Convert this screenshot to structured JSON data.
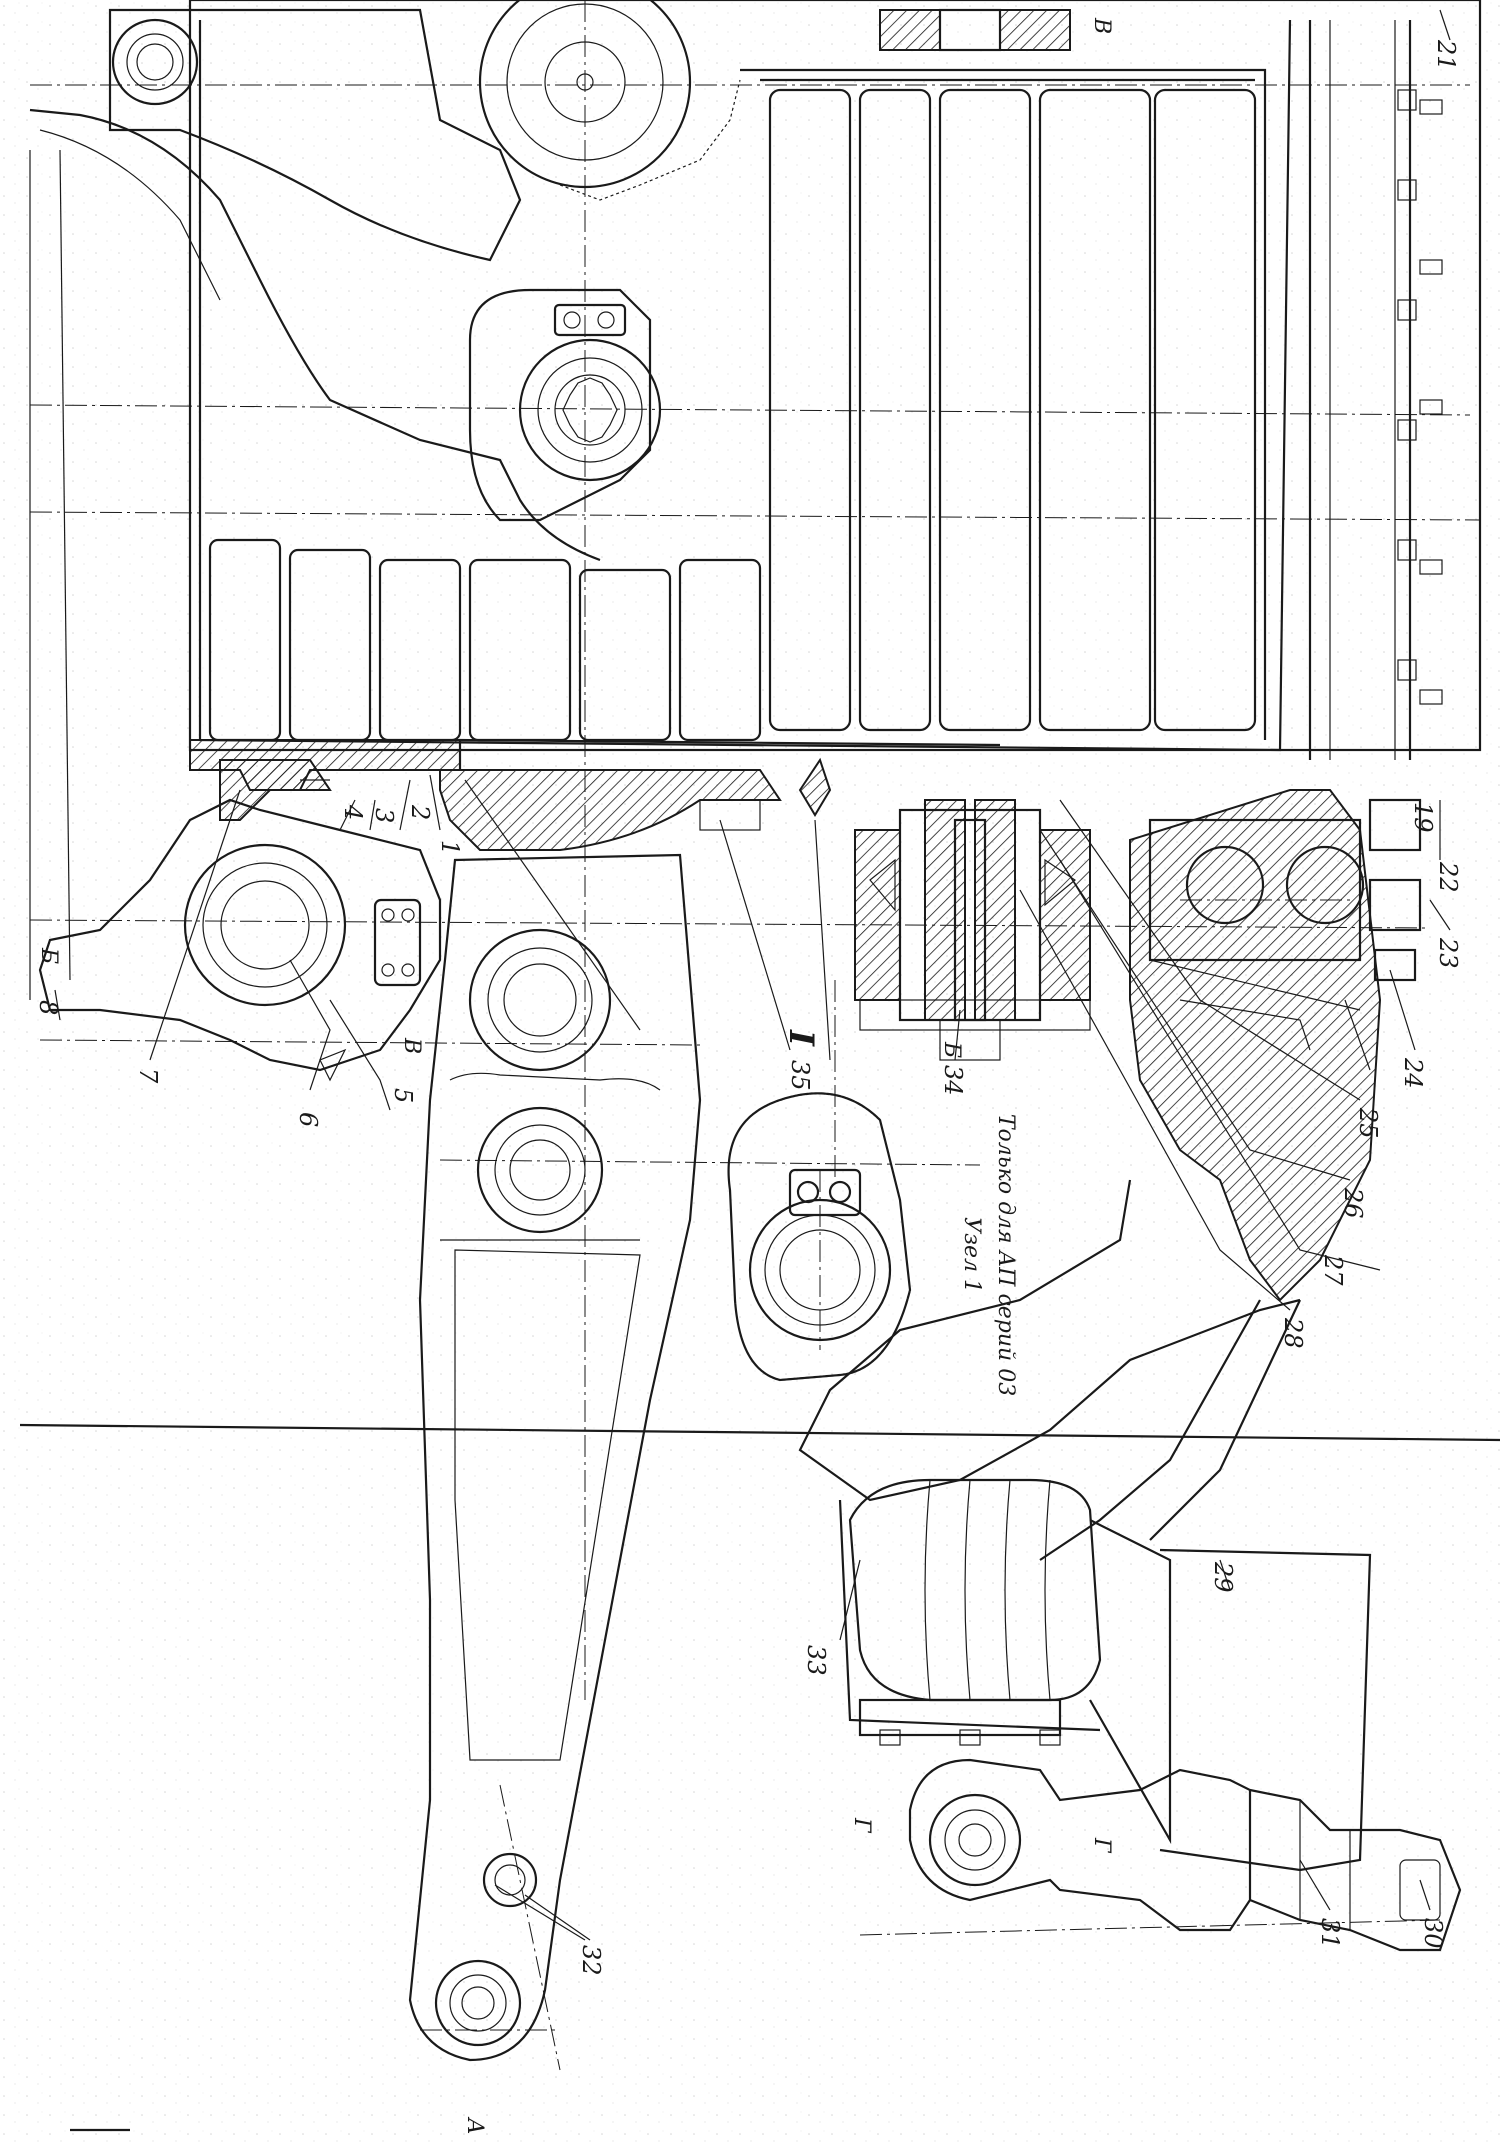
{
  "drawing": {
    "note": {
      "title": "Узел 1",
      "subtitle": "Только для АП серий 03"
    },
    "view_marks": {
      "section_b": "Б",
      "section_v": "В",
      "section_g": "Г",
      "section_a": "А",
      "node_i": "I"
    },
    "callouts": [
      {
        "id": "c1",
        "label": "1"
      },
      {
        "id": "c2",
        "label": "2"
      },
      {
        "id": "c3",
        "label": "3"
      },
      {
        "id": "c4",
        "label": "4"
      },
      {
        "id": "c5",
        "label": "5"
      },
      {
        "id": "c6",
        "label": "6"
      },
      {
        "id": "c7",
        "label": "7"
      },
      {
        "id": "c8",
        "label": "8"
      },
      {
        "id": "c19",
        "label": "19"
      },
      {
        "id": "c21",
        "label": "21"
      },
      {
        "id": "c22",
        "label": "22"
      },
      {
        "id": "c23",
        "label": "23"
      },
      {
        "id": "c24",
        "label": "24"
      },
      {
        "id": "c25",
        "label": "25"
      },
      {
        "id": "c26",
        "label": "26"
      },
      {
        "id": "c27",
        "label": "27"
      },
      {
        "id": "c28",
        "label": "28"
      },
      {
        "id": "c29",
        "label": "29"
      },
      {
        "id": "c30",
        "label": "30"
      },
      {
        "id": "c31",
        "label": "31"
      },
      {
        "id": "c32",
        "label": "32"
      },
      {
        "id": "c33",
        "label": "33"
      },
      {
        "id": "c34",
        "label": "34"
      },
      {
        "id": "c35",
        "label": "35"
      }
    ]
  }
}
